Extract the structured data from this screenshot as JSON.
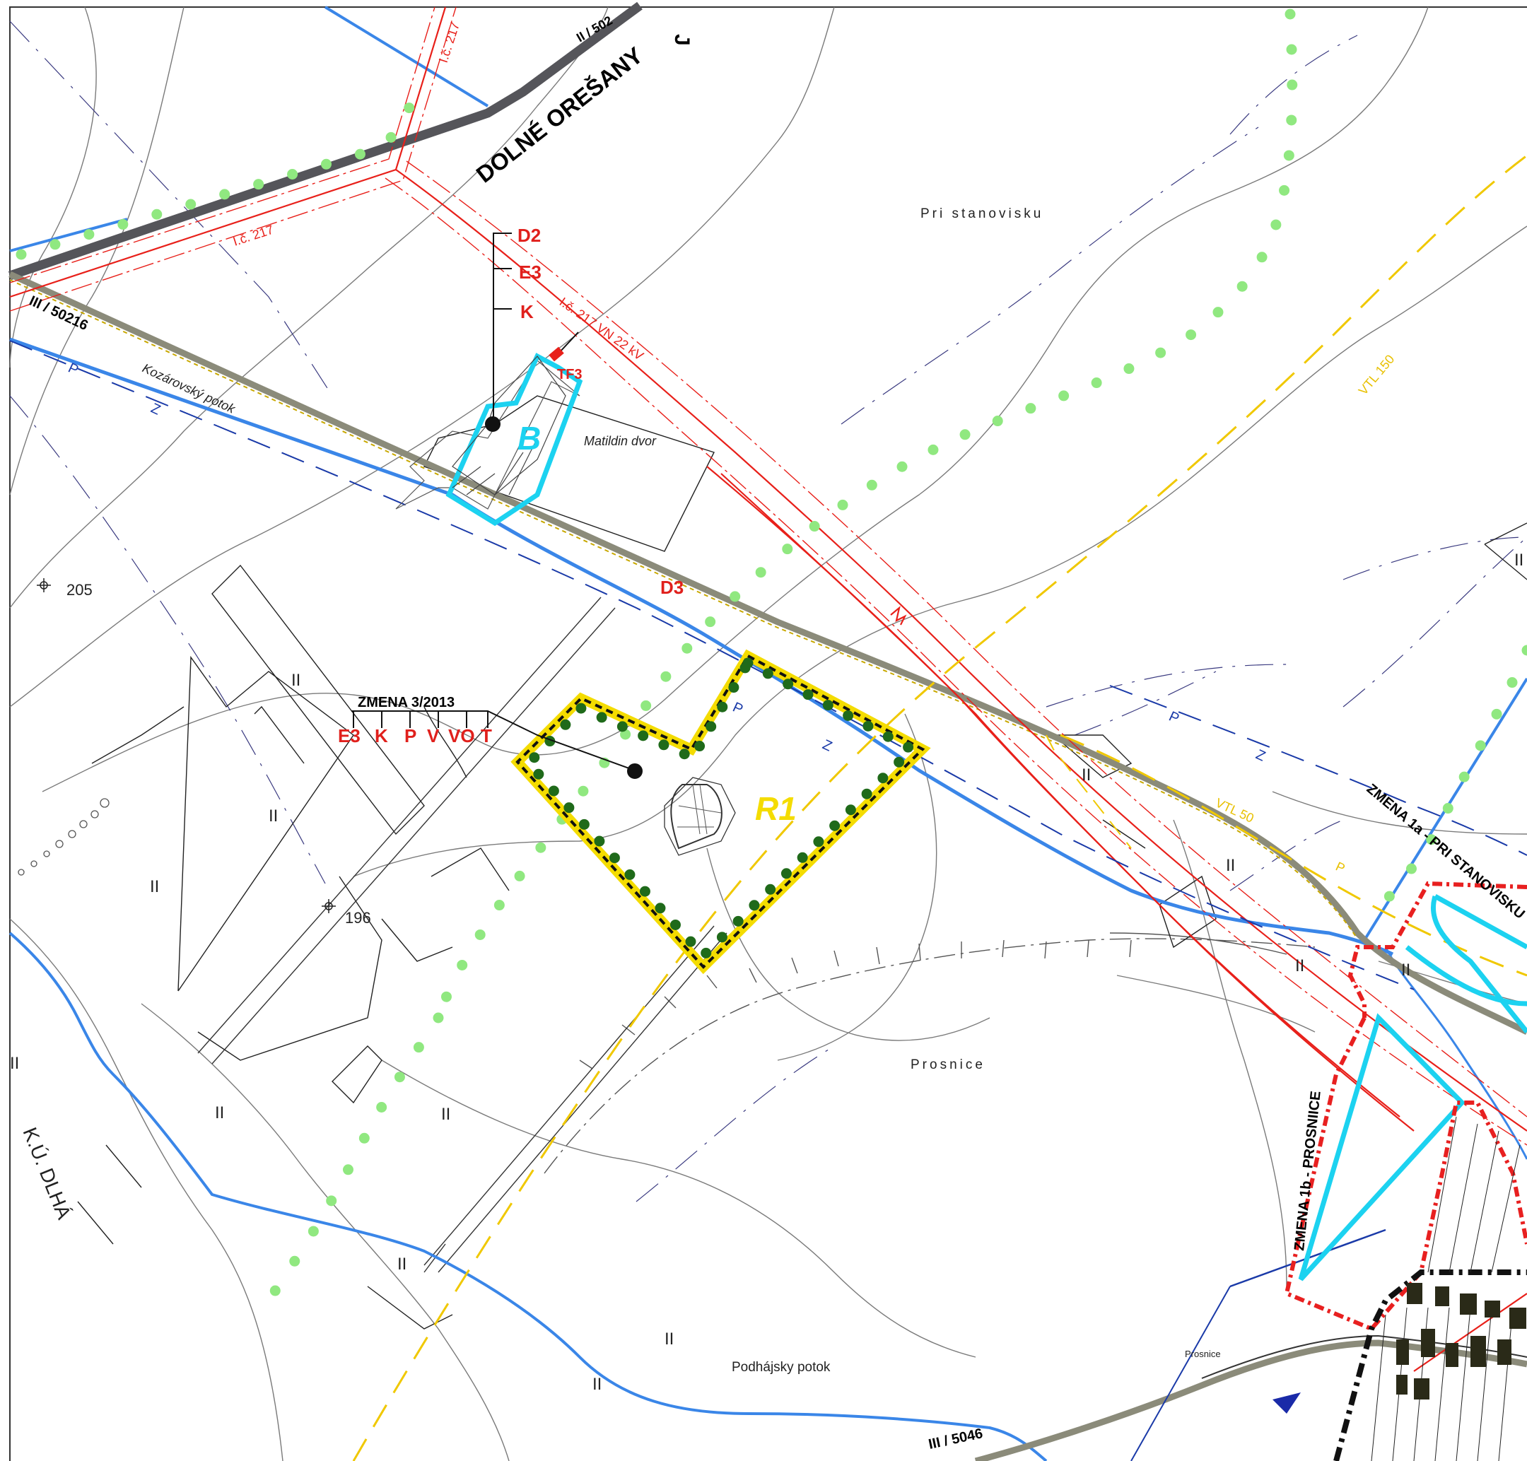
{
  "colors": {
    "road": "#6b6b70",
    "road_local": "#8b8b7a",
    "stream": "#3a86e8",
    "power_line": "#e8201a",
    "gas_line": "#f0c800",
    "greenery": "#90e880",
    "tree_dot": "#1f6a1a",
    "zone_b": "#1cd2f0",
    "zone_r1": "#f4dc00",
    "boundary": "#111111",
    "sewer": "#1a3aa8",
    "change_red": "#e82020"
  },
  "labels": {
    "settlement": "DOLNÉ OREŠANY",
    "settlement_arrow": "J",
    "road_502": "II / 502",
    "road_50216": "III / 50216",
    "road_5046": "III / 5046",
    "power_tc217_a": "I.č. 217",
    "power_tc217_b": "I.č. 217",
    "power_tc217_vn": "I.č. 217 VN 22 kV",
    "kozarovsky": "Kozárovský potok",
    "podhajsky": "Podhájsky potok",
    "pri_stanovisku": "Pri stanovisku",
    "prosnice": "Prosnice",
    "prosnice_small": "Prosnice",
    "matildin": "Matildin dvor",
    "ku_dlha": "K.Ú. DLHÁ",
    "vtl150": "VTL 150",
    "vtl50": "VTL 50",
    "gas_p": "P",
    "sewer_p1": "P",
    "sewer_z1": "Z",
    "sewer_p2": "P",
    "sewer_z2": "Z",
    "sewer_p3": "P",
    "sewer_z3": "Z",
    "height_205": "205",
    "height_196": "196",
    "zone_b": "B",
    "zone_r1": "R1",
    "tf3": "TF3",
    "d3": "D3",
    "change_3_2013": "ZMENA 3/2013",
    "change_1a": "ZMENA 1a - PRI STANOVISKU",
    "change_1b": "ZMENA 1b - PROSNIICE",
    "cat_II": "II"
  },
  "codes_b": [
    "D2",
    "E3",
    "K"
  ],
  "codes_r1": [
    "E3",
    "K",
    "P",
    "V",
    "VO",
    "T"
  ]
}
